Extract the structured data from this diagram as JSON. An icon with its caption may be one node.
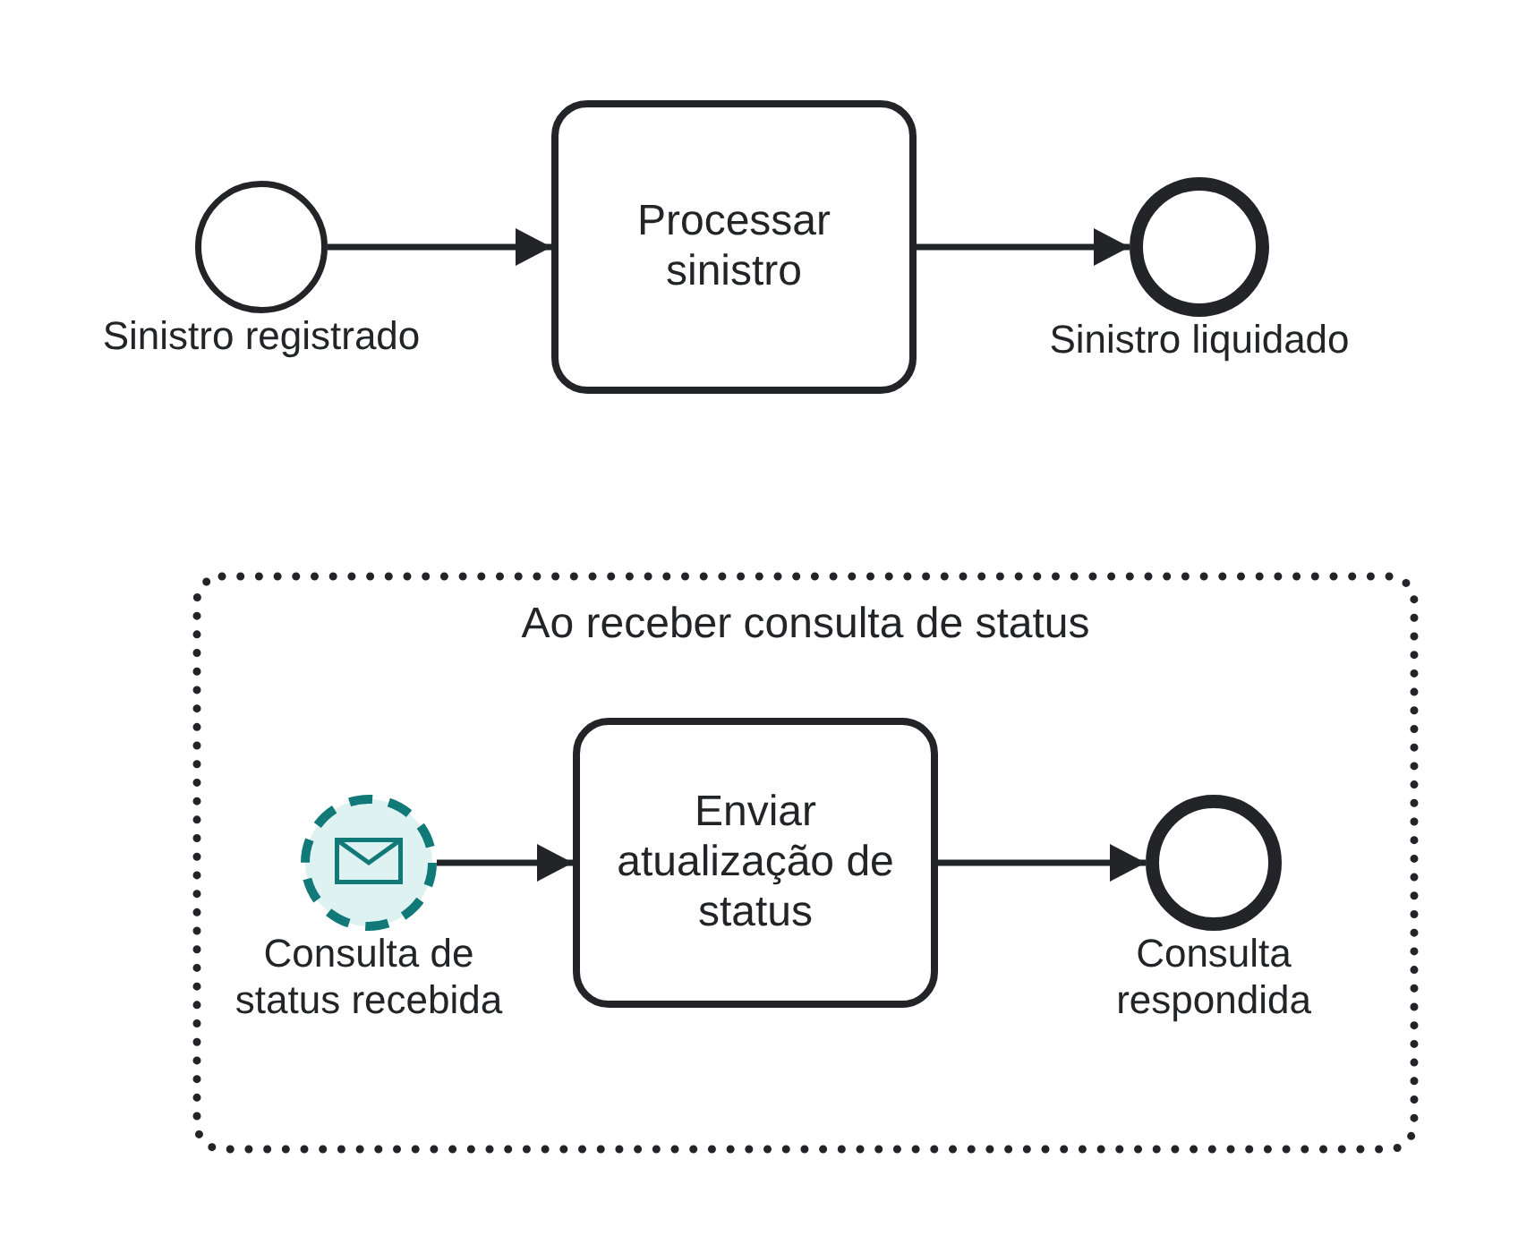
{
  "diagram": {
    "nodes": [
      {
        "text": [],
        "shape": "circle",
        "beside": [
          "Sinistro registrado"
        ]
      },
      {
        "text": [
          "Processar sinistro"
        ]
      },
      {
        "text": [],
        "shape": "circle",
        "beside": [
          "Sinistro liquidado"
        ]
      },
      {
        "text": [
          "Ao receber consulta de status"
        ]
      },
      {
        "text": [],
        "shape": "circle",
        "beside": [
          "Consulta de status recebida"
        ],
        "in": 3
      },
      {
        "text": [
          "Enviar atualização de status"
        ],
        "in": 3
      },
      {
        "text": [],
        "shape": "circle",
        "beside": [
          "Consulta respondida"
        ],
        "in": 3
      }
    ],
    "edges": [
      {
        "from": 0,
        "to": 1,
        "arrow": "to"
      },
      {
        "from": 1,
        "to": 2,
        "arrow": "to"
      },
      {
        "from": 4,
        "to": 5,
        "arrow": "to"
      },
      {
        "from": 5,
        "to": 6,
        "arrow": "to"
      }
    ]
  }
}
